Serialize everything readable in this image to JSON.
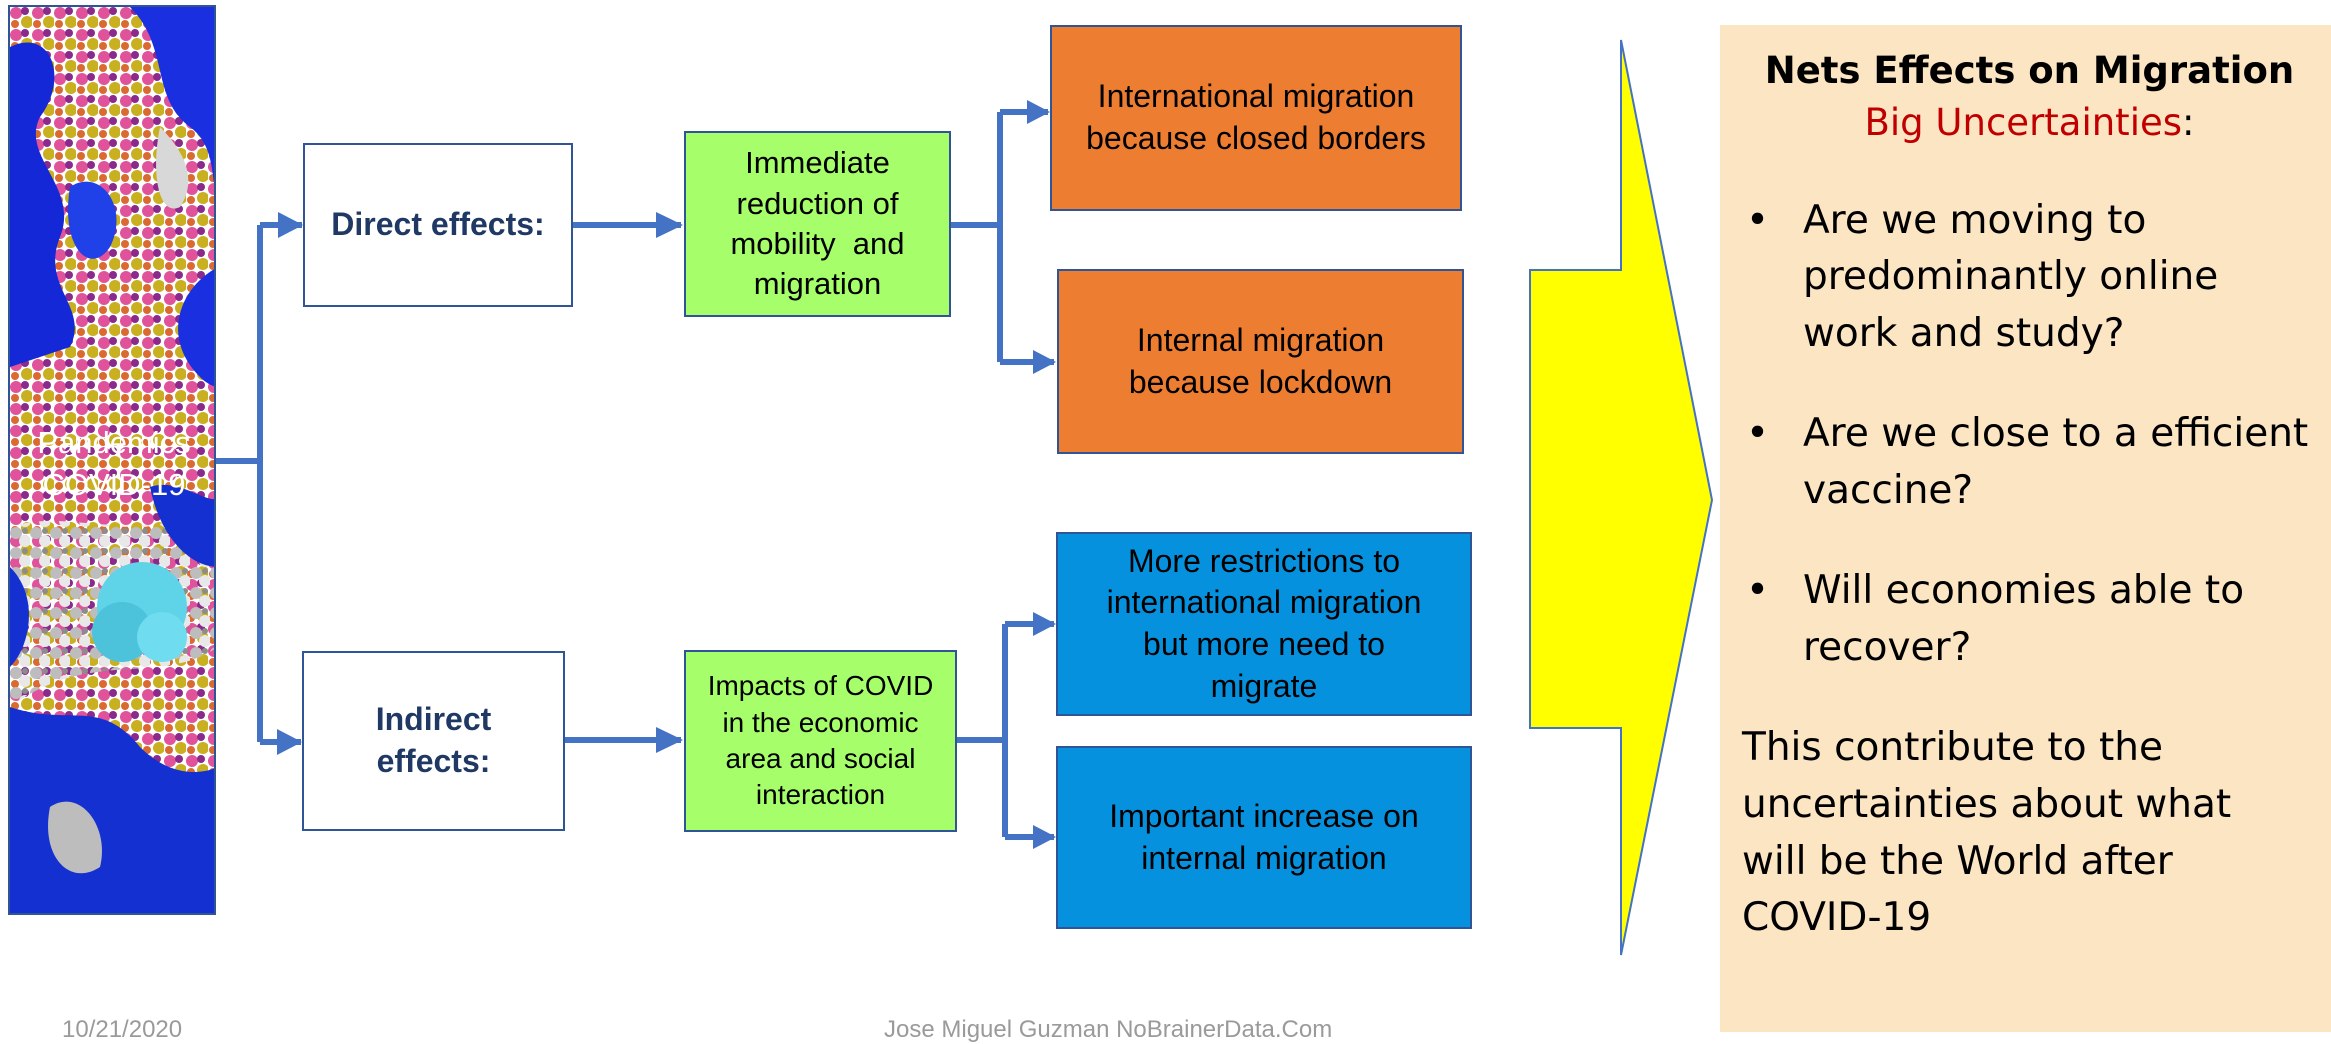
{
  "source": {
    "line1": "Pandemics",
    "line2": "COVID-19"
  },
  "direct": {
    "label": "Direct effects:",
    "effect": [
      "Immediate",
      "reduction of",
      "mobility  and",
      "migration"
    ],
    "outcomes": [
      [
        "International migration",
        "because closed borders"
      ],
      [
        "Internal migration",
        "because lockdown"
      ]
    ]
  },
  "indirect": {
    "label": [
      "Indirect",
      "effects:"
    ],
    "effect": [
      "Impacts of COVID",
      "in the economic",
      "area and social",
      "interaction"
    ],
    "outcomes": [
      [
        "More restrictions to",
        "international migration",
        "but more need to",
        "migrate"
      ],
      [
        "Important increase on",
        "internal migration"
      ]
    ]
  },
  "panel": {
    "title": "Nets Effects on Migration",
    "subtitle": "Big Uncertainties",
    "subtitle_suffix": ":",
    "bullet": "•",
    "questions": [
      [
        "Are we moving to",
        "predominantly online",
        "work and study?"
      ],
      [
        "Are we close to a efficient",
        "vaccine?"
      ],
      [
        "Will economies able to",
        "recover?"
      ]
    ],
    "conclusion": [
      "This contribute to the",
      "uncertainties about what",
      "will be the World after",
      "COVID-19"
    ]
  },
  "footer": {
    "date": "10/21/2020",
    "author": "Jose Miguel Guzman NoBrainerData.Com"
  },
  "colors": {
    "connector": "#4472c4",
    "arrow_fill": "#ffff00",
    "green": "#a6ff6a",
    "orange": "#ed7d31",
    "blue": "#0691df",
    "panel": "#fbe5c3",
    "accent_red": "#c00000"
  }
}
